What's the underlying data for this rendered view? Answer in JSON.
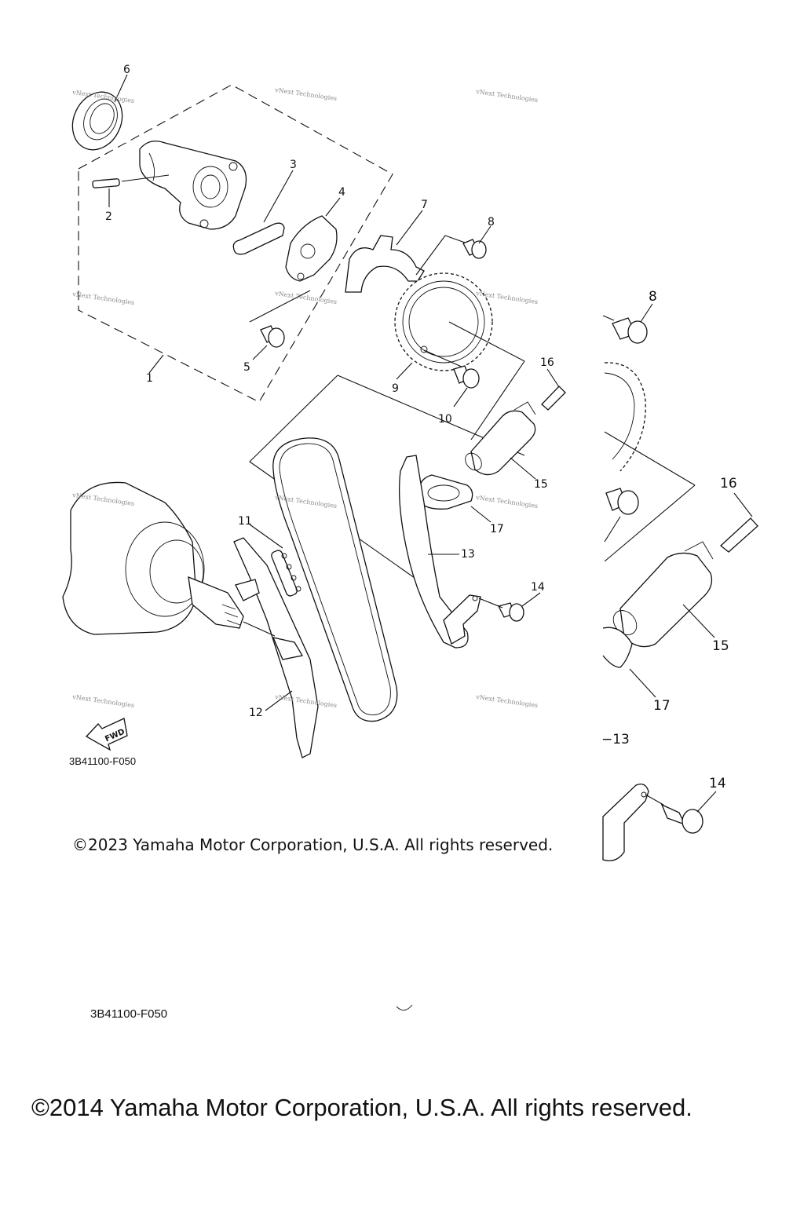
{
  "diagram": {
    "title_code_primary": "3B41100-F050",
    "title_code_secondary": "3B41100-F050",
    "fwd_label": "FWD",
    "watermark": "vNext Technologies",
    "callouts": {
      "c1": "1",
      "c2": "2",
      "c3": "3",
      "c4": "4",
      "c5": "5",
      "c6": "6",
      "c7": "7",
      "c8": "8",
      "c9": "9",
      "c10": "10",
      "c11": "11",
      "c12": "12",
      "c13": "13",
      "c14": "14",
      "c15": "15",
      "c16": "16",
      "c17": "17"
    },
    "zoomed_callouts": {
      "c8": "8",
      "c16": "16",
      "c15": "15",
      "c17": "17",
      "c13": "−13",
      "c14": "14"
    }
  },
  "copyright": {
    "line_2023": "©2023 Yamaha Motor Corporation, U.S.A. All rights reserved.",
    "line_2014": "©2014 Yamaha Motor Corporation, U.S.A. All rights reserved."
  },
  "colors": {
    "ink": "#111111",
    "watermark": "#8a8a8a",
    "background": "#ffffff"
  }
}
